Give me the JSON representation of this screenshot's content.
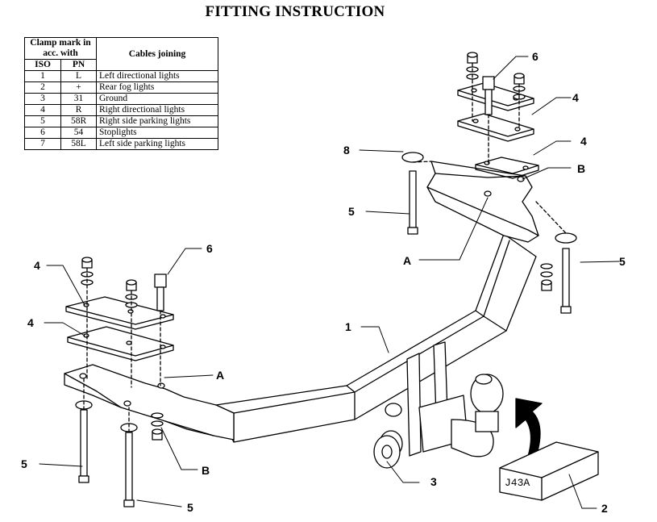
{
  "title": "FITTING INSTRUCTION",
  "table": {
    "header_clamp": "Clamp mark in acc. with",
    "header_iso": "ISO",
    "header_pn": "PN",
    "header_cables": "Cables joining",
    "rows": [
      {
        "iso": "1",
        "pn": "L",
        "desc": "Left directional lights"
      },
      {
        "iso": "2",
        "pn": "+",
        "desc": "Rear fog lights"
      },
      {
        "iso": "3",
        "pn": "31",
        "desc": "Ground"
      },
      {
        "iso": "4",
        "pn": "R",
        "desc": "Right directional lights"
      },
      {
        "iso": "5",
        "pn": "58R",
        "desc": "Right side parking lights"
      },
      {
        "iso": "6",
        "pn": "54",
        "desc": "Stoplights"
      },
      {
        "iso": "7",
        "pn": "58L",
        "desc": "Left side parking lights"
      }
    ]
  },
  "callouts": {
    "c1": "1",
    "c2": "2",
    "c3": "3",
    "c4a": "4",
    "c4b": "4",
    "c4c": "4",
    "c4d": "4",
    "c5a": "5",
    "c5b": "5",
    "c5c": "5",
    "c5d": "5",
    "c6a": "6",
    "c6b": "6",
    "c8": "8",
    "cAa": "A",
    "cAb": "A",
    "cBa": "B",
    "cBb": "B"
  },
  "class_box": "J43A"
}
